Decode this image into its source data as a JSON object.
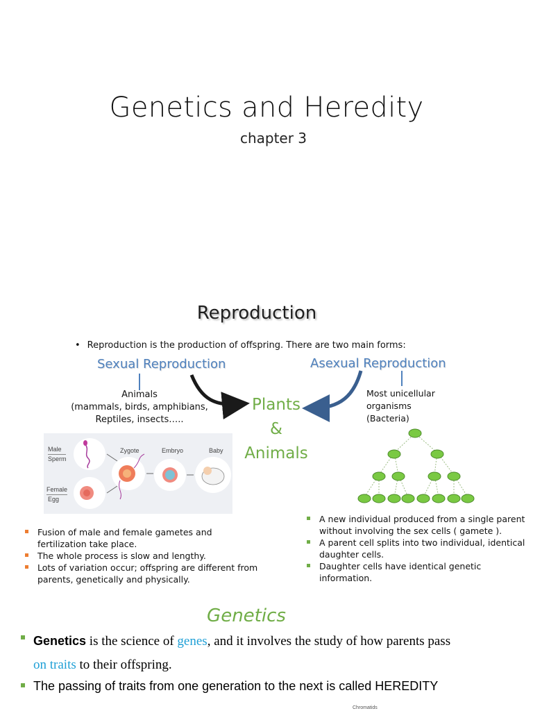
{
  "title_slide": {
    "title": "Genetics and Heredity",
    "subtitle": "chapter 3"
  },
  "reproduction_slide": {
    "title": "Reproduction",
    "intro": "Reproduction is the production of offspring. There are two main forms:",
    "sexual": {
      "heading": "Sexual Reproduction",
      "desc_lines": [
        "Animals",
        "(mammals, birds, amphibians,",
        "Reptiles, insects….."
      ],
      "illustration_labels": {
        "male_top": "Male",
        "male_bottom": "Sperm",
        "female_top": "Female",
        "female_bottom": "Egg",
        "zygote": "Zygote",
        "embryo": "Embryo",
        "baby": "Baby"
      },
      "bullets": [
        "Fusion of male and female gametes and  fertilization take place.",
        "The whole process is slow and lengthy.",
        "Lots of variation occur; offspring are different from parents, genetically and physically."
      ]
    },
    "asexual": {
      "heading": "Asexual Reproduction",
      "desc_lines": [
        "Most unicellular",
        "organisms",
        "(Bacteria)"
      ],
      "bullets": [
        "A new individual produced from a single parent without involving the sex cells ( gamete ).",
        "A parent cell splits into two individual, identical daughter cells.",
        "Daughter cells have identical genetic information."
      ]
    },
    "center_label": [
      "Plants",
      "&",
      "Animals"
    ],
    "colors": {
      "heading_blue": "#4f81bd",
      "accent_green": "#70ad47",
      "sexual_bullet": "#ed7d31",
      "asexual_bullet": "#70ad47",
      "bacteria_green": "#7ac943"
    }
  },
  "genetics_slide": {
    "title": "Genetics",
    "item1": {
      "term": "Genetics",
      "t1": " is the science of ",
      "link1": "genes",
      "t2": ", and it involves the study of how parents pass",
      "link2": "on traits",
      "t3": " to their offspring."
    },
    "item2": "The passing of traits from one generation to the next is called HEREDITY",
    "peek_label": "Chromatids"
  }
}
